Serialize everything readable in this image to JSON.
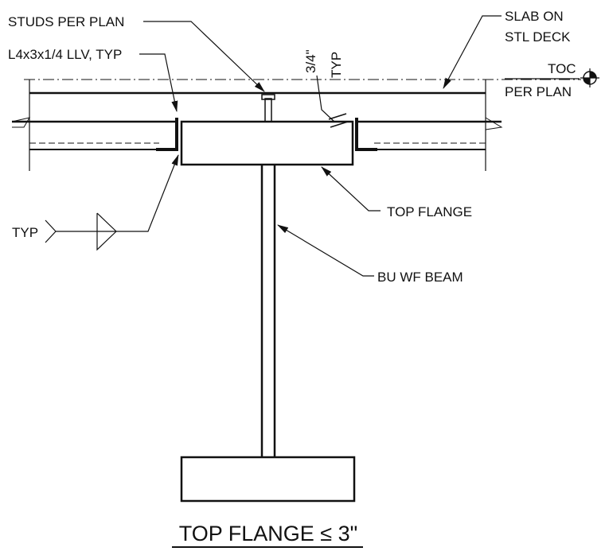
{
  "labels": {
    "studs": "STUDS PER PLAN",
    "angle": "L4x3x1/4 LLV, TYP",
    "gap": "3/4\"",
    "gap_typ": "TYP",
    "slab_line1": "SLAB ON",
    "slab_line2": "STL DECK",
    "toc": "TOC",
    "per_plan": "PER PLAN",
    "top_flange": "TOP FLANGE",
    "beam": "BU WF BEAM",
    "weld_typ": "TYP"
  },
  "title": "TOP FLANGE ≤ 3\"",
  "colors": {
    "ink": "#111111",
    "background": "#ffffff"
  },
  "icons": {
    "toc_marker": "elevation-target-icon",
    "weld": "weld-symbol-icon"
  }
}
